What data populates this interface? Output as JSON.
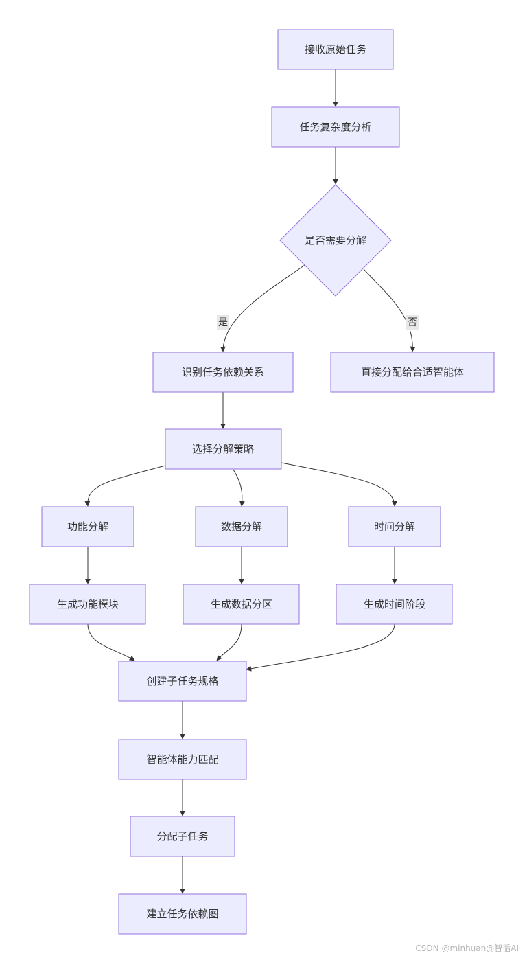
{
  "diagram": {
    "nodes": {
      "receive": "接收原始任务",
      "complexity": "任务复杂度分析",
      "need_decompose": "是否需要分解",
      "identify_deps": "识别任务依赖关系",
      "assign_direct": "直接分配给合适智能体",
      "choose_strategy": "选择分解策略",
      "func_decompose": "功能分解",
      "data_decompose": "数据分解",
      "time_decompose": "时间分解",
      "gen_func_modules": "生成功能模块",
      "gen_data_partitions": "生成数据分区",
      "gen_time_stages": "生成时间阶段",
      "create_specs": "创建子任务规格",
      "capability_match": "智能体能力匹配",
      "assign_subtasks": "分配子任务",
      "build_dep_graph": "建立任务依赖图"
    },
    "edge_labels": {
      "yes": "是",
      "no": "否"
    }
  },
  "watermark": "CSDN @minhuan@智循AI",
  "colors": {
    "node_fill": "#ECECFF",
    "node_stroke": "#9370DB",
    "edge": "#333333",
    "text": "#333333",
    "label_bg": "#e8e8e8"
  }
}
